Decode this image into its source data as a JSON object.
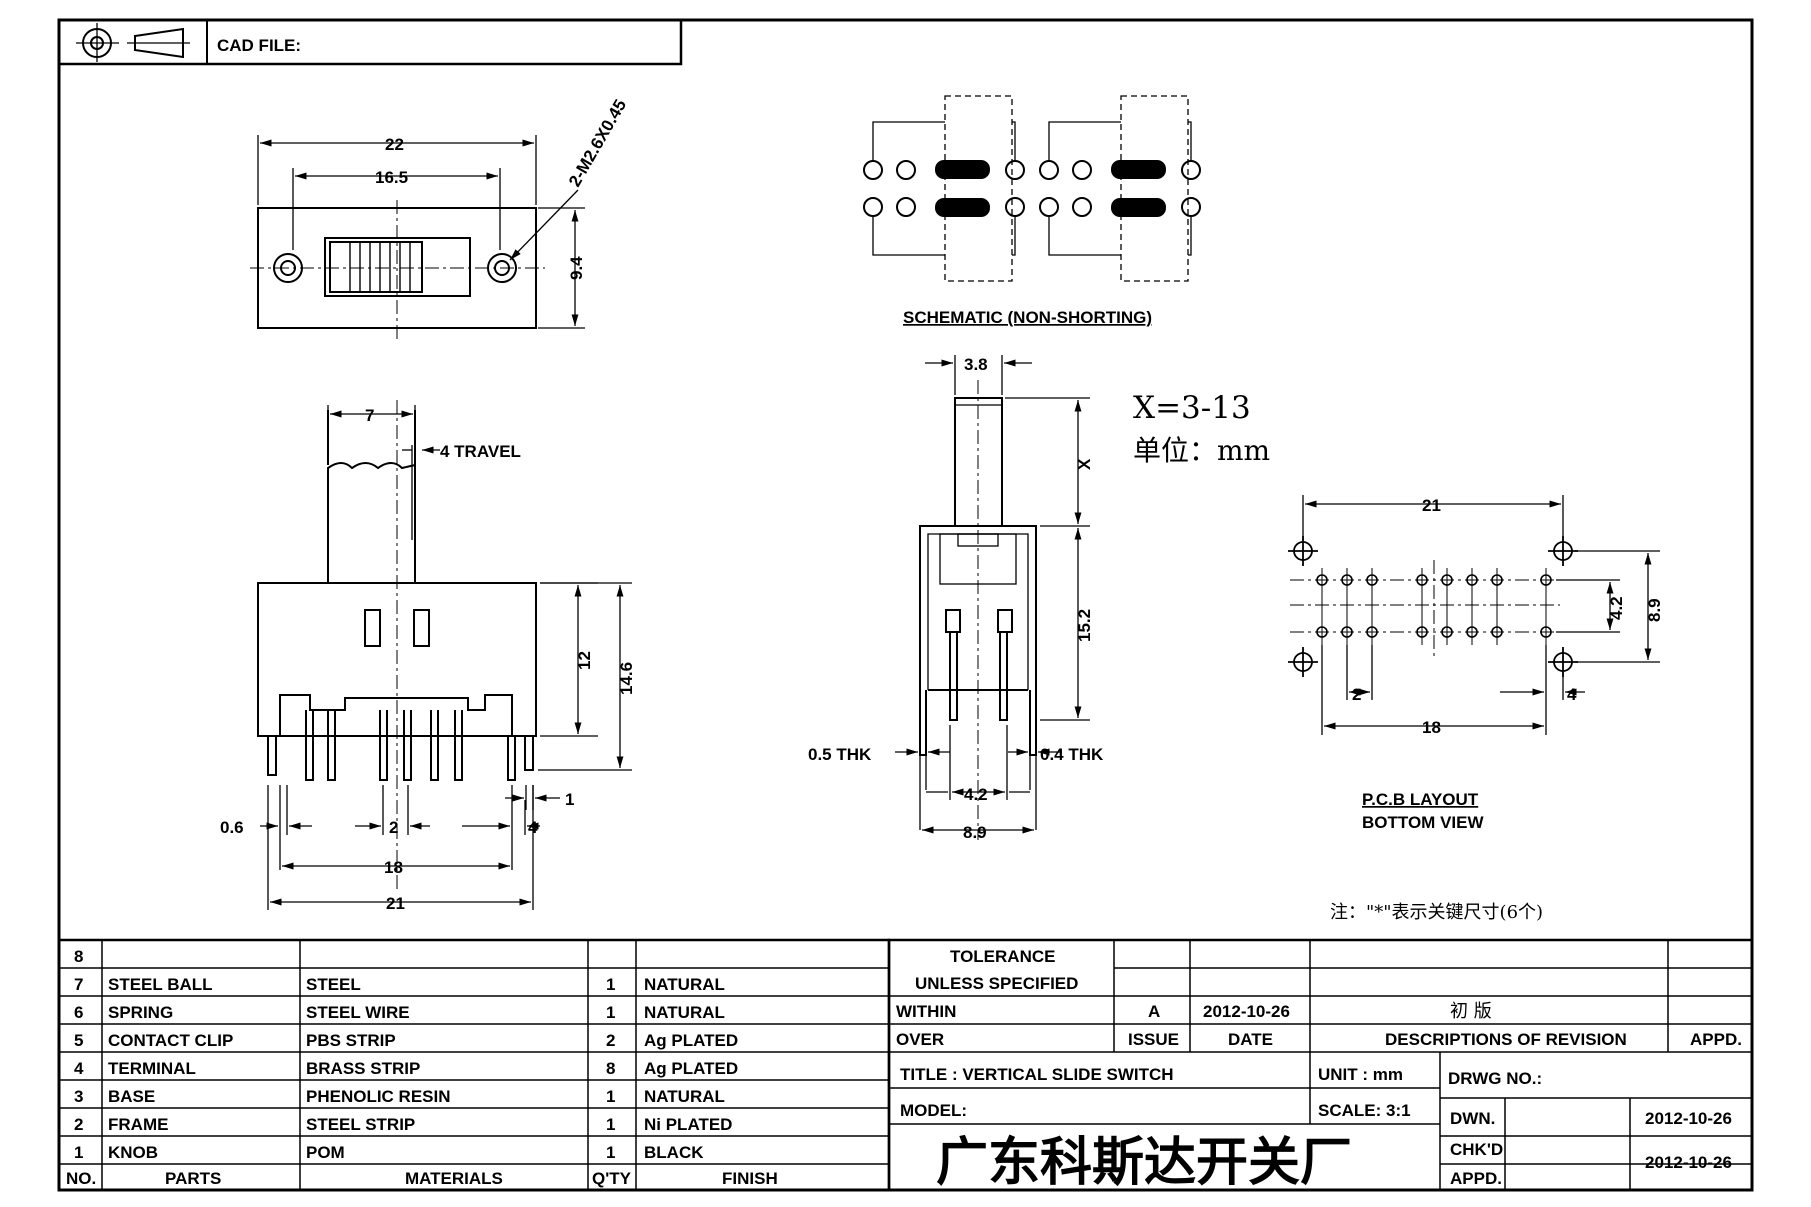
{
  "header": {
    "cad_file_label": "CAD FILE:"
  },
  "top_view": {
    "dim_22": "22",
    "dim_16_5": "16.5",
    "dim_9_4": "9.4",
    "screw_note": "2-M2.6X0.45"
  },
  "schematic": {
    "caption": "SCHEMATIC (NON-SHORTING)"
  },
  "front_view": {
    "dim_7": "7",
    "travel_note": "4 TRAVEL",
    "dim_12": "12",
    "dim_14_6": "14.6",
    "dim_1": "1",
    "dim_0_6": "0.6",
    "dim_2": "2",
    "dim_4": "4",
    "dim_18": "18",
    "dim_21": "21"
  },
  "side_view": {
    "dim_3_8": "3.8",
    "dim_x": "X",
    "dim_15_2": "15.2",
    "thk_left": "0.5 THK",
    "thk_right": "0.4 THK",
    "dim_4_2": "4.2",
    "dim_8_9": "8.9"
  },
  "notes": {
    "x_range": "X=3-13",
    "unit": "单位：mm",
    "key_dims": "注：\"*\"表示关键尺寸(6个)"
  },
  "pcb_layout": {
    "dim_21": "21",
    "dim_4_2": "4.2",
    "dim_8_9": "8.9",
    "dim_2": "2",
    "dim_4": "4",
    "dim_18": "18",
    "caption_line1": "P.C.B LAYOUT",
    "caption_line2": "BOTTOM VIEW"
  },
  "bom": {
    "rows": [
      {
        "no": "8",
        "part": "",
        "material": "",
        "qty": "",
        "finish": ""
      },
      {
        "no": "7",
        "part": "STEEL BALL",
        "material": "STEEL",
        "qty": "1",
        "finish": "NATURAL"
      },
      {
        "no": "6",
        "part": "SPRING",
        "material": "STEEL WIRE",
        "qty": "1",
        "finish": "NATURAL"
      },
      {
        "no": "5",
        "part": "CONTACT CLIP",
        "material": "PBS STRIP",
        "qty": "2",
        "finish": "Ag PLATED"
      },
      {
        "no": "4",
        "part": "TERMINAL",
        "material": "BRASS STRIP",
        "qty": "8",
        "finish": "Ag PLATED"
      },
      {
        "no": "3",
        "part": "BASE",
        "material": "PHENOLIC RESIN",
        "qty": "1",
        "finish": "NATURAL"
      },
      {
        "no": "2",
        "part": "FRAME",
        "material": "STEEL STRIP",
        "qty": "1",
        "finish": "Ni PLATED"
      },
      {
        "no": "1",
        "part": "KNOB",
        "material": "POM",
        "qty": "1",
        "finish": "BLACK"
      }
    ],
    "headers": {
      "no": "NO.",
      "part": "PARTS",
      "material": "MATERIALS",
      "qty": "Q'TY",
      "finish": "FINISH"
    }
  },
  "title_block": {
    "tolerance_line1": "TOLERANCE",
    "tolerance_line2": "UNLESS  SPECIFIED",
    "within": "WITHIN",
    "over": "OVER",
    "issue_value": "A",
    "issue_date": "2012-10-26",
    "revision_desc": "初  版",
    "issue_label": "ISSUE",
    "date_label": "DATE",
    "desc_label": "DESCRIPTIONS OF REVISION",
    "appd_label": "APPD.",
    "title": "TITLE :  VERTICAL SLIDE SWITCH",
    "unit": "UNIT :  mm",
    "drwg_no": "DRWG NO.:",
    "model": "MODEL:",
    "scale": "SCALE:  3:1",
    "company": "广东科斯达开关厂",
    "dwn_label": "DWN.",
    "dwn_date": "2012-10-26",
    "chkd_label": "CHK'D",
    "chkd_date": "2012-10-26",
    "appd2_label": "APPD."
  }
}
